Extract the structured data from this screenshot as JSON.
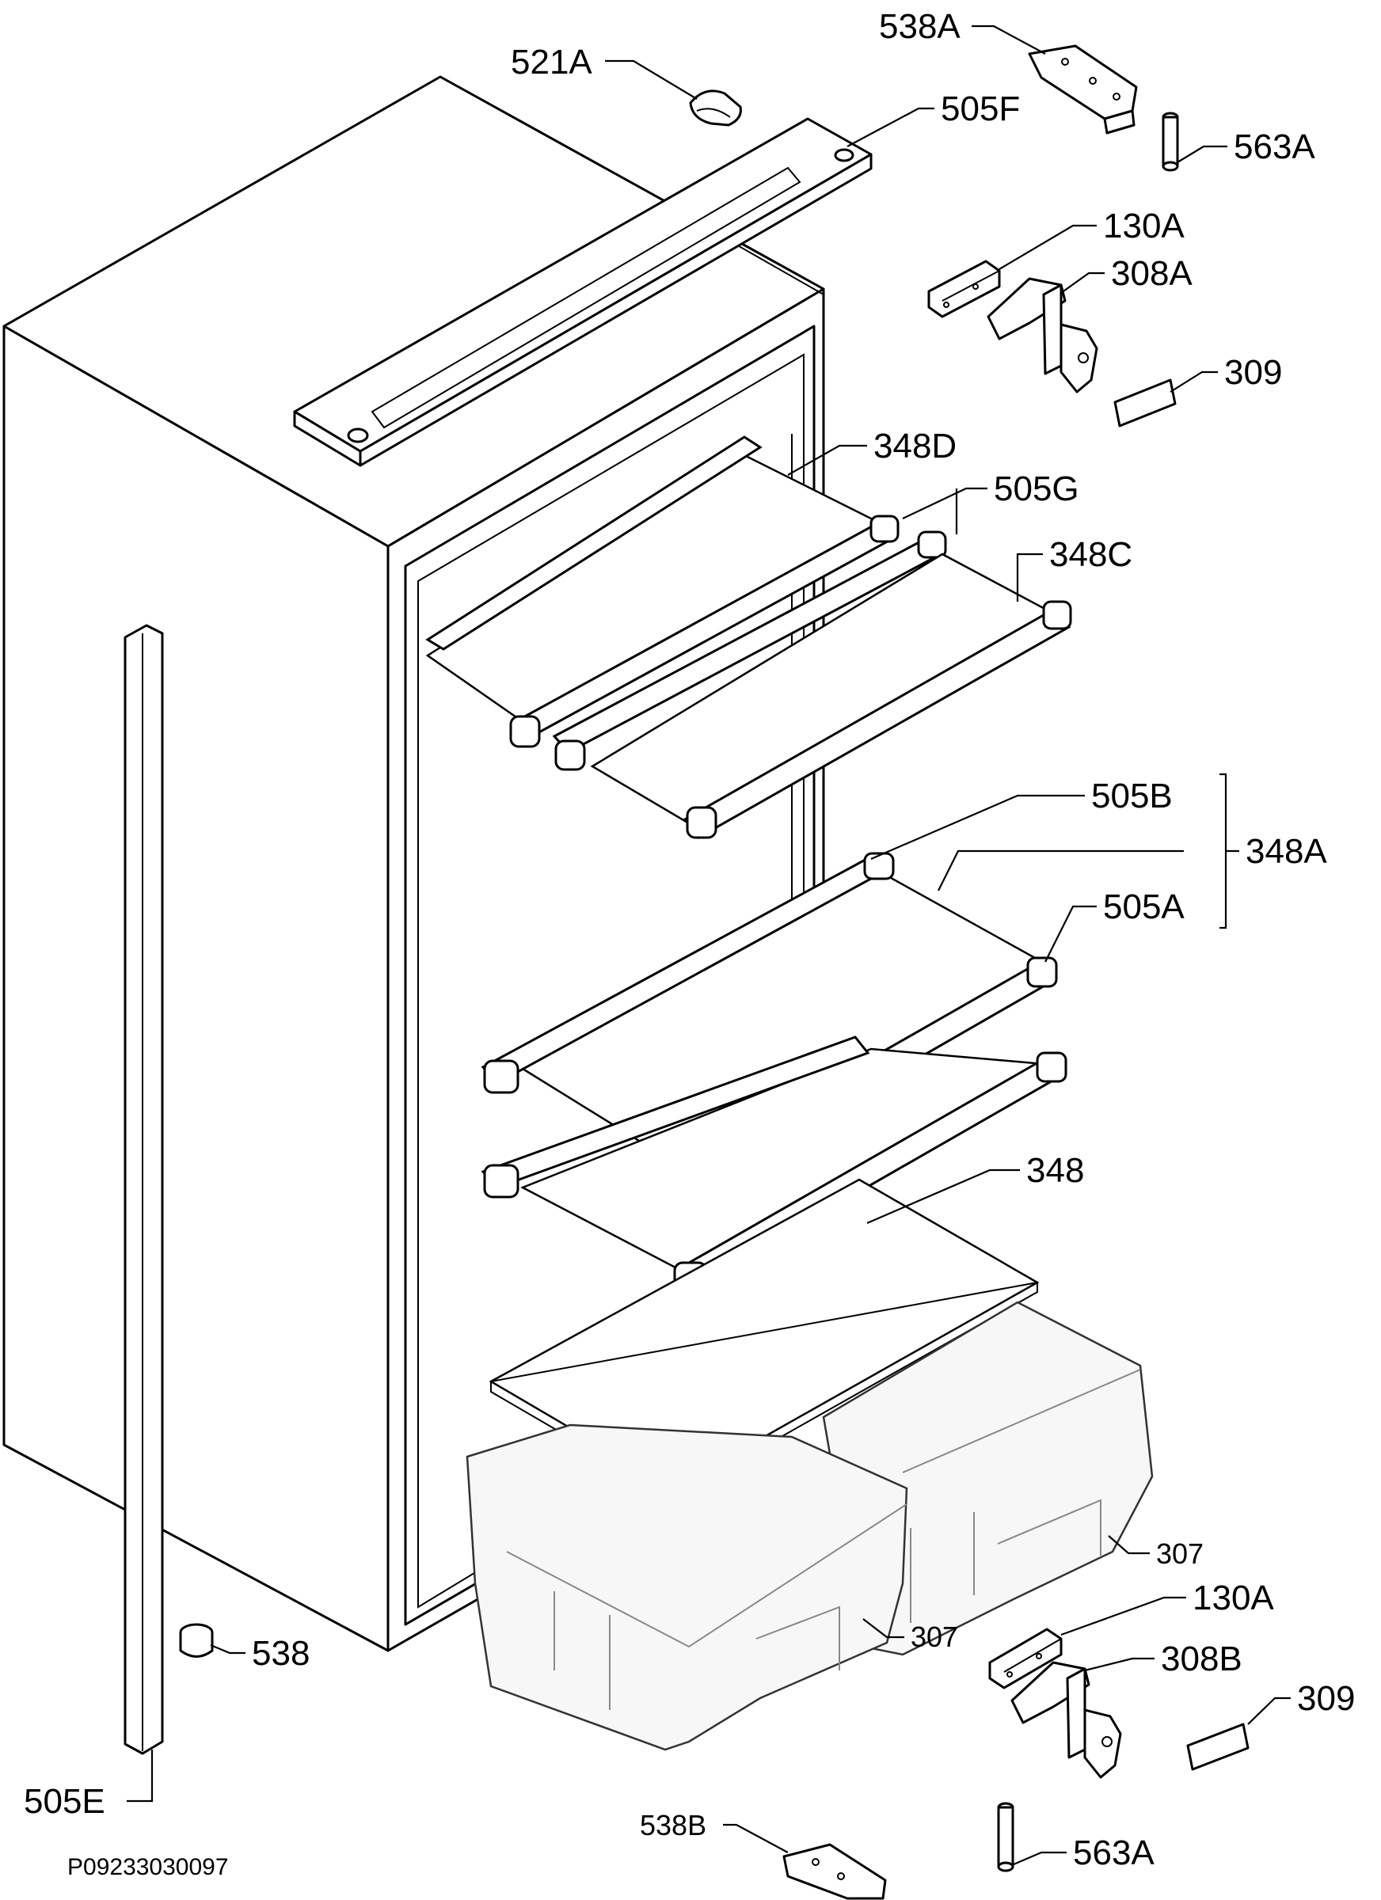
{
  "diagram": {
    "drawing_code": "P09233030097",
    "labels": {
      "l_521A": "521A",
      "l_538A": "538A",
      "l_563A_top": "563A",
      "l_505F": "505F",
      "l_130A_top": "130A",
      "l_308A": "308A",
      "l_309_top": "309",
      "l_348D": "348D",
      "l_505G": "505G",
      "l_348C": "348C",
      "l_505B": "505B",
      "l_348A": "348A",
      "l_505A": "505A",
      "l_348": "348",
      "l_307_right": "307",
      "l_307_left": "307",
      "l_130A_bottom": "130A",
      "l_308B": "308B",
      "l_309_bottom": "309",
      "l_538": "538",
      "l_505E": "505E",
      "l_538B": "538B",
      "l_563A_bottom": "563A"
    }
  }
}
